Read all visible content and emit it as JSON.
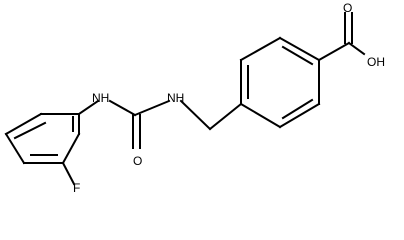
{
  "molecule": {
    "atom_labels": {
      "carboxyl_oxygen": "O",
      "hydroxyl": "OH",
      "urea_oxygen": "O",
      "amine_left": "NH",
      "amine_right": "NH",
      "fluorine": "F"
    }
  }
}
